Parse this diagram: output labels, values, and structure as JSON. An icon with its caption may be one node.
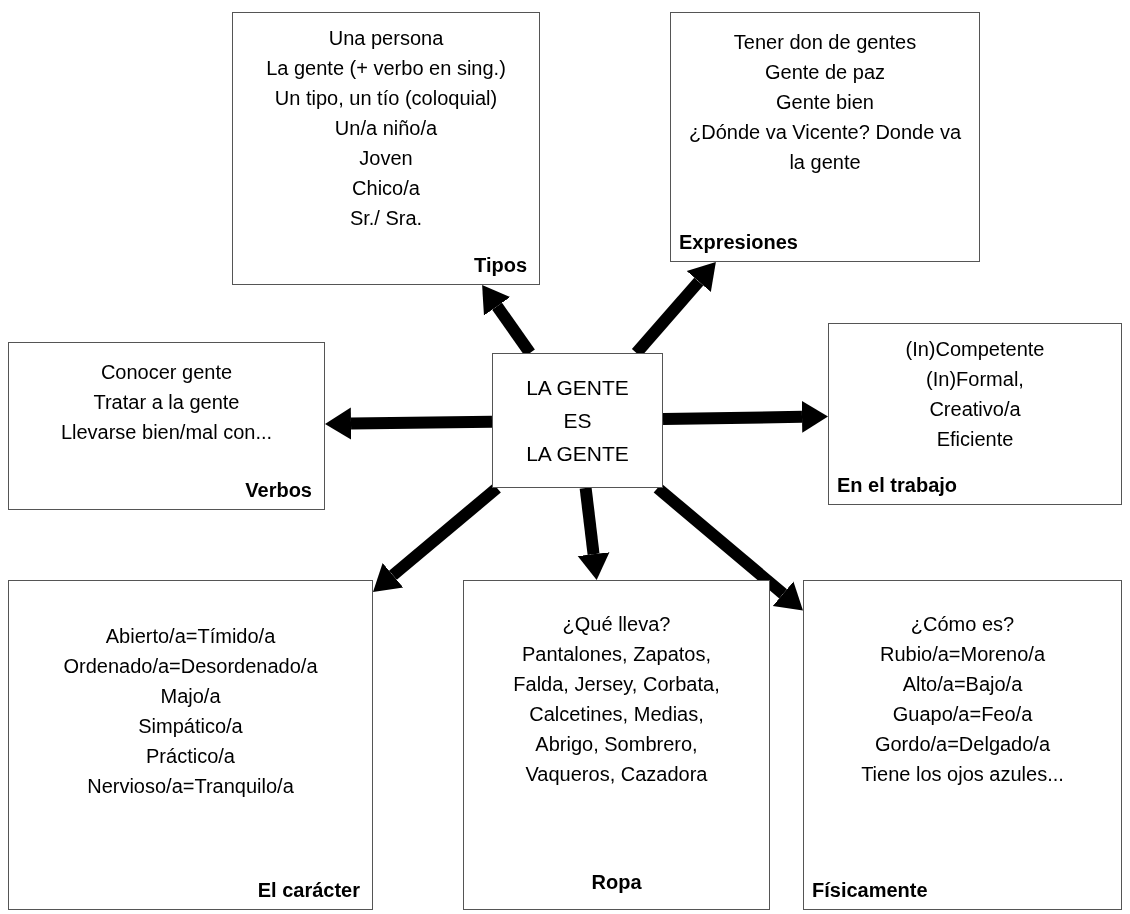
{
  "diagram": {
    "nodes": [
      {
        "text": [
          "LA GENTE",
          "ES",
          "LA GENTE"
        ]
      },
      {
        "text": [
          "Una persona",
          "La gente (+ verbo en sing.)",
          "Un tipo, un tío (coloquial)",
          "Un/a niño/a",
          "Joven",
          "Chico/a",
          "Sr./ Sra.",
          "Tipos"
        ]
      },
      {
        "text": [
          "Tener don de gentes",
          "Gente de paz",
          "Gente bien",
          "¿Dónde va Vicente? Donde va la gente",
          "Expresiones"
        ]
      },
      {
        "text": [
          "Conocer gente",
          "Tratar a la gente",
          "Llevarse bien/mal con...",
          "Verbos"
        ]
      },
      {
        "text": [
          "(In)Competente",
          "(In)Formal,",
          "Creativo/a",
          "Eficiente",
          "En el trabajo"
        ]
      },
      {
        "text": [
          "Abierto/a=Tímido/a",
          "Ordenado/a=Desordenado/a",
          "Majo/a",
          "Simpático/a",
          "Práctico/a",
          "Nervioso/a=Tranquilo/a",
          "El carácter"
        ]
      },
      {
        "text": [
          "¿Qué lleva?",
          "Pantalones, Zapatos,",
          "Falda, Jersey, Corbata,",
          "Calcetines, Medias,",
          "Abrigo, Sombrero,",
          "Vaqueros, Cazadora",
          "Ropa"
        ]
      },
      {
        "text": [
          "¿Cómo es?",
          "Rubio/a=Moreno/a",
          "Alto/a=Bajo/a",
          "Guapo/a=Feo/a",
          "Gordo/a=Delgado/a",
          "Tiene los ojos azules...",
          "Físicamente"
        ]
      }
    ],
    "edges": [
      {
        "from": 0,
        "to": 1,
        "arrow": "to"
      },
      {
        "from": 0,
        "to": 2,
        "arrow": "to"
      },
      {
        "from": 0,
        "to": 3,
        "arrow": "to"
      },
      {
        "from": 0,
        "to": 4,
        "arrow": "to"
      },
      {
        "from": 0,
        "to": 5,
        "arrow": "to"
      },
      {
        "from": 0,
        "to": 6,
        "arrow": "to"
      },
      {
        "from": 0,
        "to": 7,
        "arrow": "to"
      }
    ]
  }
}
